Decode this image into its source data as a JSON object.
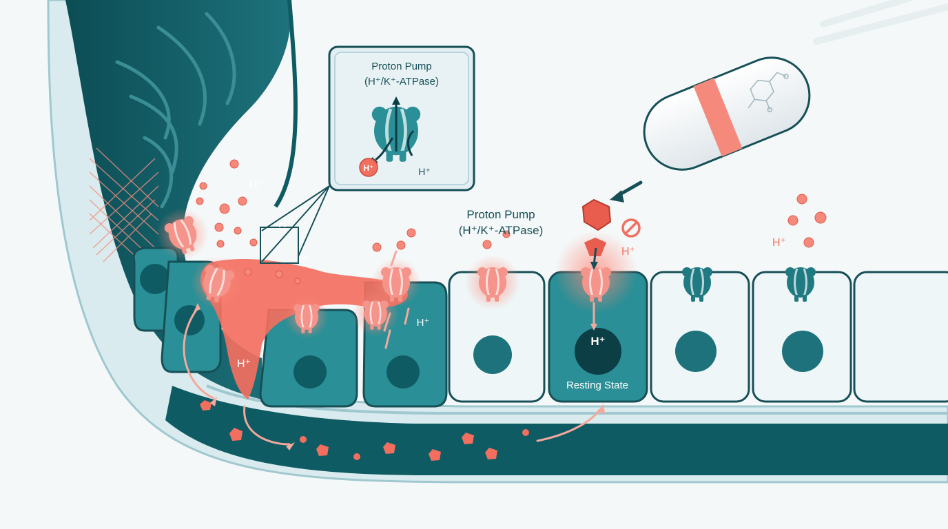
{
  "inset": {
    "title_line1": "Proton Pump",
    "title_line2": "(H⁺/K⁺-ATPase)",
    "ion_left": "H⁺",
    "ion_right": "H⁺"
  },
  "mid_label": {
    "line1": "Proton Pump",
    "line2": "(H⁺/K⁺-ATPase)"
  },
  "ion_labels": {
    "upper_lumen": "H⁺",
    "callout": "H⁺",
    "callout_small": "H⁺",
    "acid_flow": "H⁺",
    "cell_side": "H⁺",
    "blocked": "H⁺",
    "resting_nucleus": "H⁺",
    "right_cluster": "H⁺"
  },
  "resting_state": "Resting State",
  "colors": {
    "teal_dark": "#0f5b63",
    "teal": "#2a8f96",
    "teal_light": "#d6ebee",
    "acid": "#f26f5f",
    "cell_fill": "#eef6f8",
    "outline": "#174f57"
  },
  "icons": {
    "pill": "pill-icon",
    "block": "no-entry-icon",
    "pump": "proton-pump-icon"
  }
}
